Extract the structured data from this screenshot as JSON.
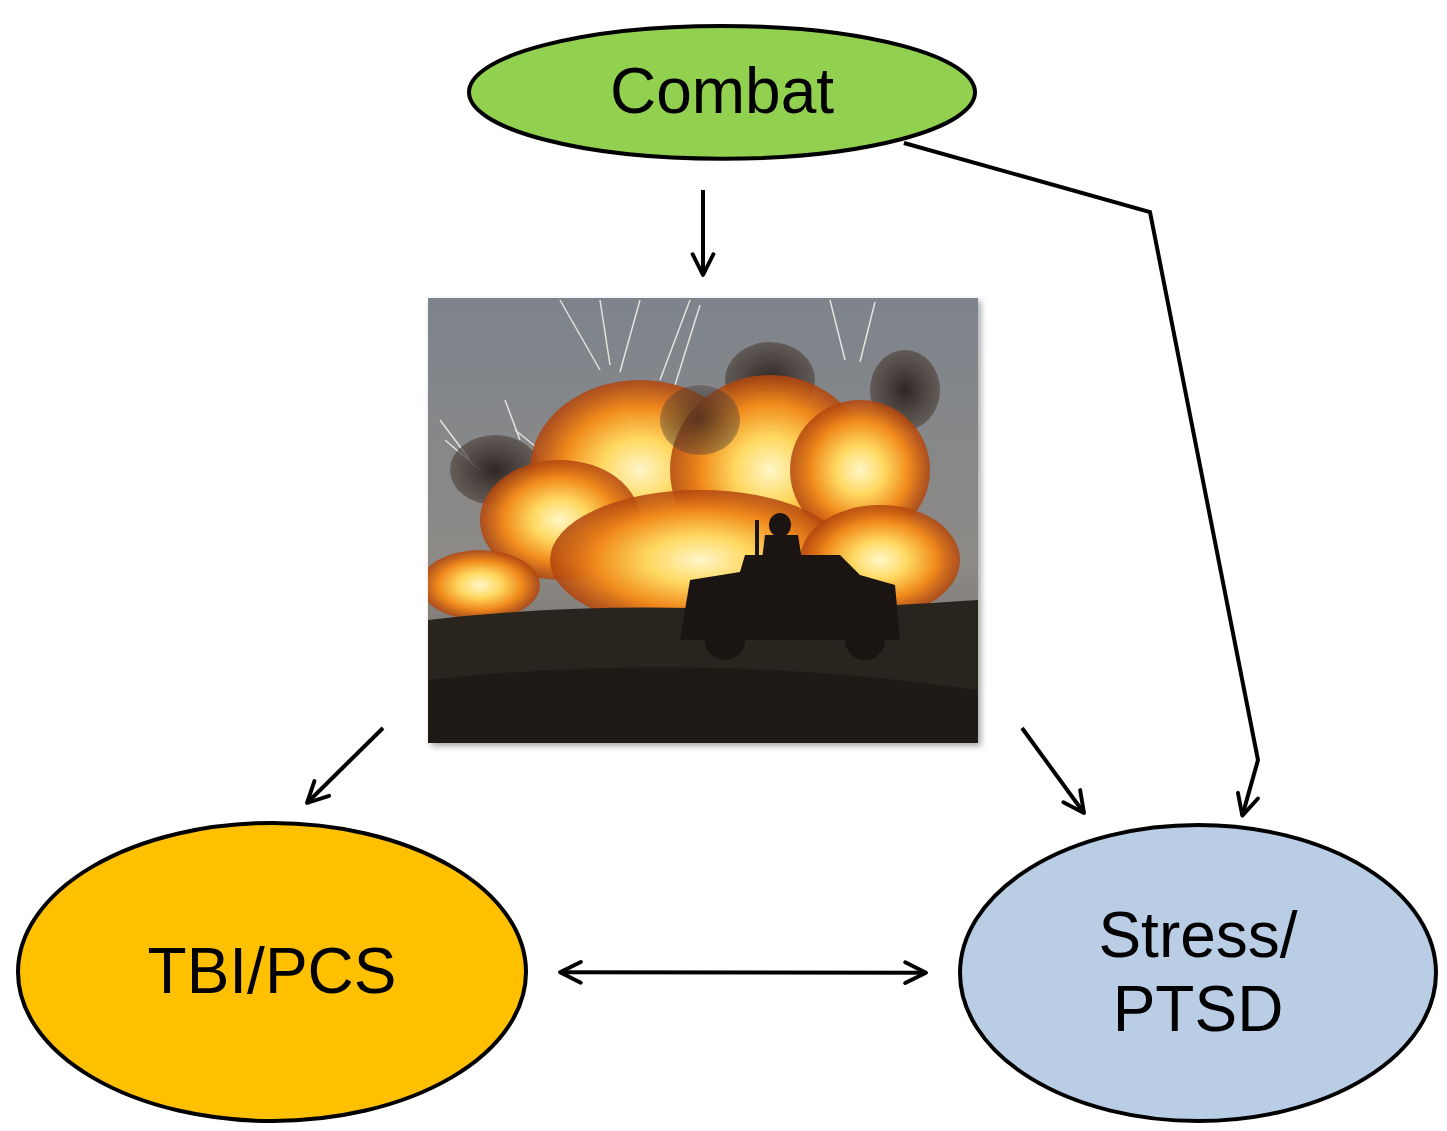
{
  "diagram": {
    "nodes": [
      {
        "text": [
          "Combat"
        ]
      },
      {
        "text": [
          "TBI/PCS"
        ]
      },
      {
        "text": [
          "Stress/ PTSD"
        ]
      }
    ],
    "edges": [
      {
        "from": 0,
        "to": 2,
        "arrow": "to"
      },
      {
        "from": 1,
        "to": 2,
        "arrow": "both"
      }
    ]
  }
}
